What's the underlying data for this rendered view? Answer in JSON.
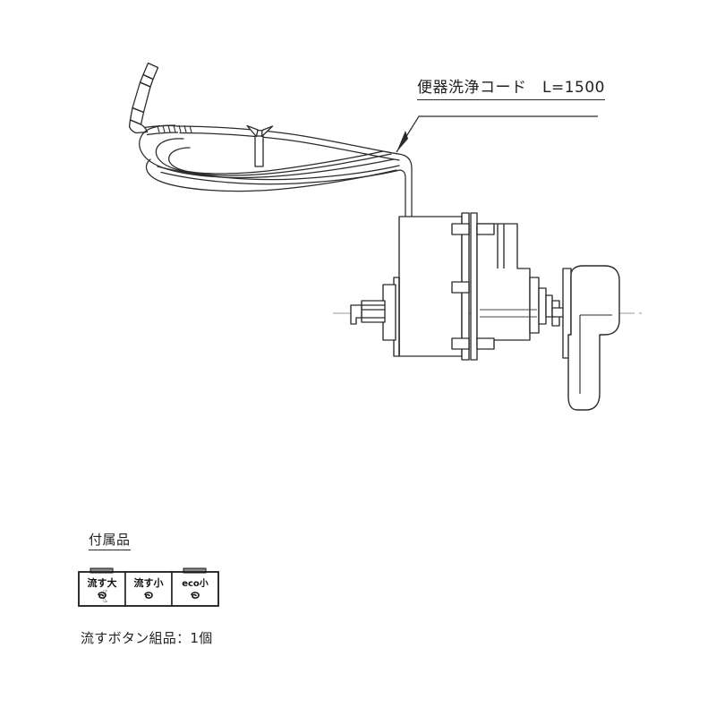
{
  "drawing": {
    "title_label": "便器洗浄コード　L=1500",
    "background_color": "#ffffff",
    "line_color": "#2a2a2a",
    "centerline_color": "#8a8a8a",
    "parts": {
      "connector_plug": "right-angle-connector-plug",
      "cord_coil": "coiled-flush-cord",
      "cable_tie": "cable-tie",
      "leader_line": "leader-line-with-arrow",
      "valve_body": "flush-valve-body",
      "spindle": "threaded-spindle",
      "lever_handle": "lever-handle",
      "center_axis": "center-axis-line"
    }
  },
  "accessories": {
    "heading": "付属品",
    "caption": "流すボタン組品：1個",
    "buttons": [
      {
        "label": "流す大",
        "symbol": "swirl-large-icon"
      },
      {
        "label": "流す小",
        "symbol": "swirl-small-icon"
      },
      {
        "label": "eco小",
        "symbol": "swirl-eco-icon"
      }
    ]
  }
}
